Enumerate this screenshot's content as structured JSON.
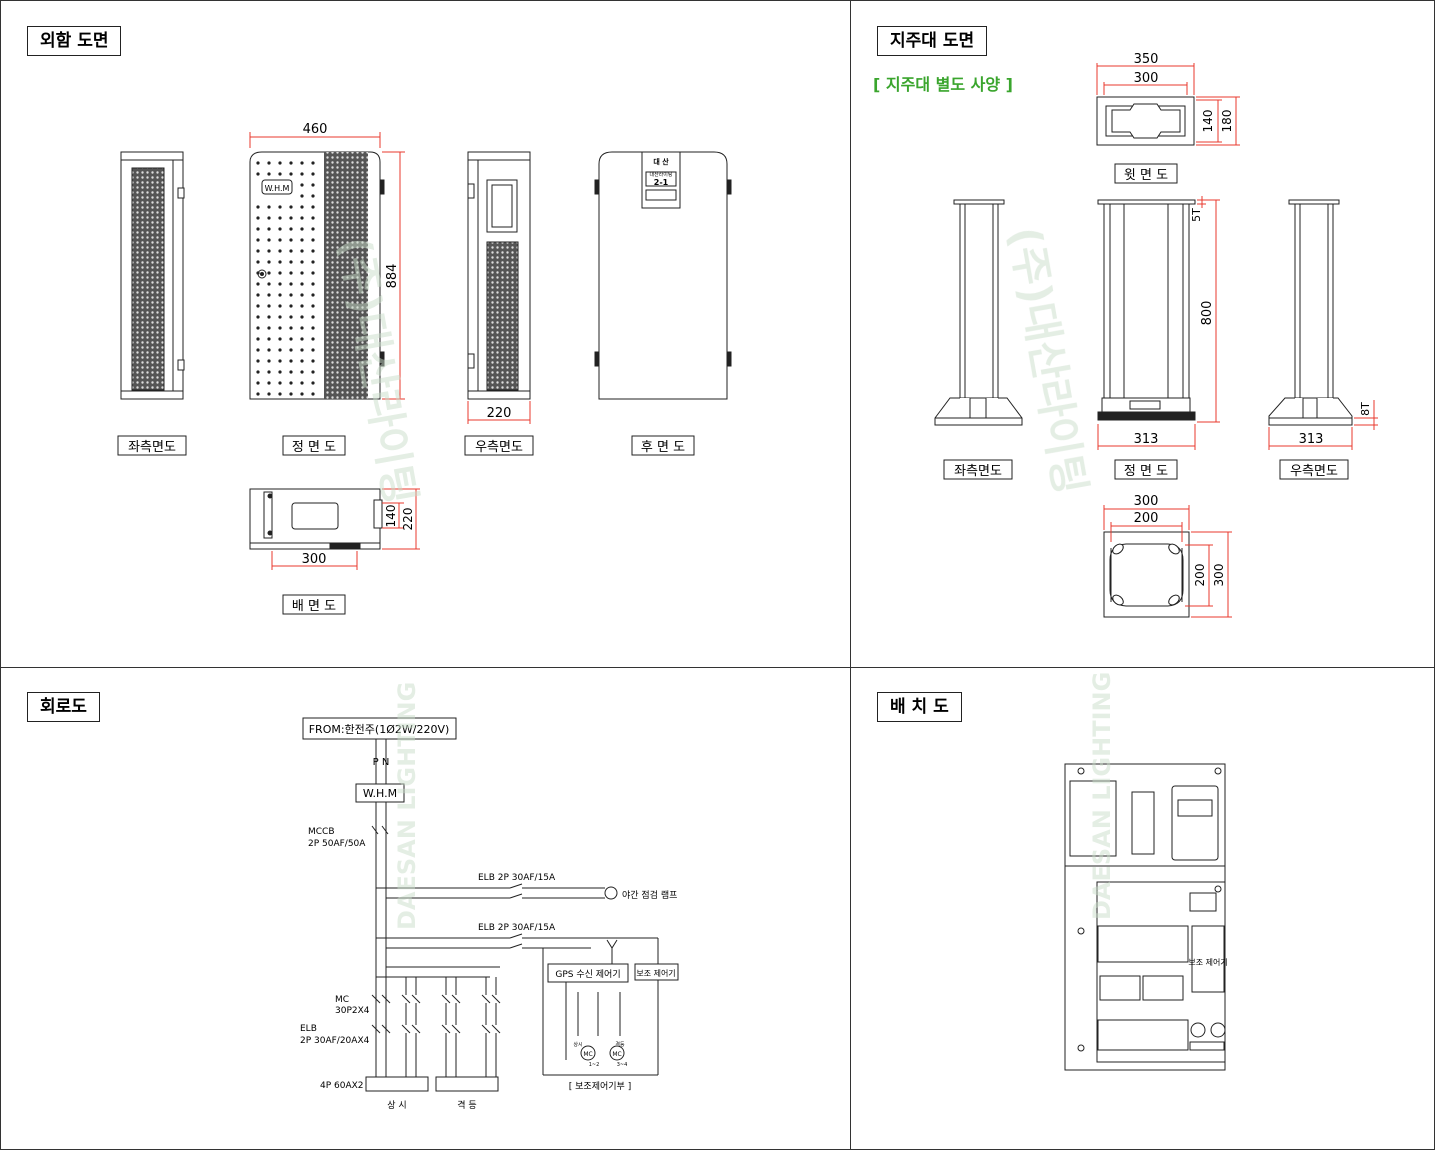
{
  "sections": {
    "exterior": {
      "title": "외함 도면"
    },
    "pole": {
      "title": "지주대 도면",
      "note": "[ 지주대 별도 사양 ]"
    },
    "circuit": {
      "title": "회로도"
    },
    "layout": {
      "title": "배 치 도"
    }
  },
  "exterior_views": {
    "left": "좌측면도",
    "front": "정 면 도",
    "right": "우측면도",
    "rear": "후 면 도",
    "bottom": "배 면 도",
    "dims": {
      "width": "460",
      "height": "884",
      "depth": "220",
      "base_w": "300",
      "base_h1": "140",
      "base_h2": "220"
    },
    "whm_label": "W.H.M",
    "nameplate": {
      "line1": "대 산",
      "line2": "대산라이팅",
      "line3": "2-1"
    }
  },
  "pole_views": {
    "top": "윗 면 도",
    "left": "좌측면도",
    "front": "정 면 도",
    "right": "우측면도",
    "dims": {
      "top_outer": "350",
      "top_inner": "300",
      "top_h1": "140",
      "top_h2": "180",
      "thick": "5T",
      "height": "800",
      "base_w": "313",
      "base_t": "8T",
      "plate_outer": "300",
      "plate_inner": "200",
      "plate_h1": "200",
      "plate_h2": "300"
    }
  },
  "circuit": {
    "source": "FROM:한전주(1Ø2W/220V)",
    "pn": "P  N",
    "whm": "W.H.M",
    "mccb_1": "MCCB",
    "mccb_2": "2P 50AF/50A",
    "elb1": "ELB 2P 30AF/15A",
    "lamp": "야간 점검 램프",
    "elb2": "ELB 2P 30AF/15A",
    "gps": "GPS 수신 제어기",
    "aux": "보조 제어기",
    "mc_1": "MC",
    "mc_2": "30P2X4",
    "elb3_1": "ELB",
    "elb3_2": "2P 30AF/20AX4",
    "terminal": "4P 60AX2",
    "out1": "상 시",
    "out2": "격 등",
    "aux_part": "[ 보조제어기부 ]",
    "mc_a": "MC",
    "mc_b": "MC",
    "sang": "상시",
    "gyeok": "격등",
    "n12": "1~2",
    "n34": "3~4"
  },
  "layout": {
    "aux_box": "보조\n제어기"
  },
  "watermark": {
    "text": "(주)대산라이팅",
    "latin": "DAESAN LIGHTING"
  },
  "colors": {
    "dim": "#e8392d",
    "line": "#222222",
    "note": "#3aa52d",
    "watermark": "#d4e8d4"
  }
}
